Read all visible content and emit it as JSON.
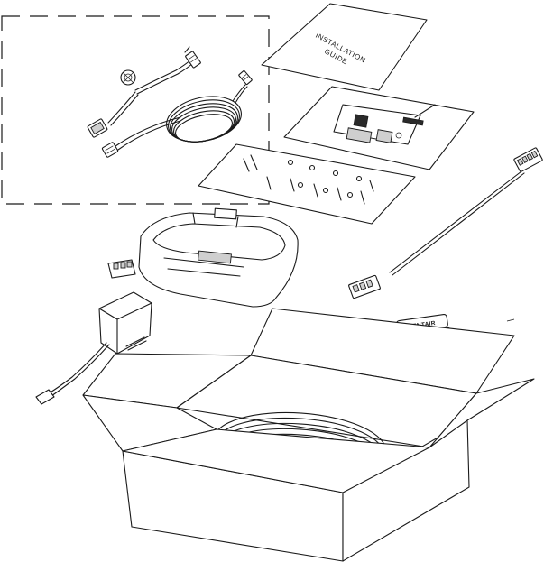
{
  "guide": {
    "line1": "INSTALLATION",
    "line2": "GUIDE"
  },
  "controller": {
    "logo_text": "PENTAIR"
  },
  "icons": {
    "cable_kit": "cable-kit-icon",
    "guide": "installation-guide-icon",
    "board": "circuit-board-icon",
    "hardware": "hardware-bag-icon",
    "housing": "housing-icon",
    "adapter": "power-adapter-icon",
    "controller": "controller-icon",
    "box": "shipping-box-icon"
  },
  "colors": {
    "line": "#1a1a1a",
    "background": "#ffffff"
  }
}
